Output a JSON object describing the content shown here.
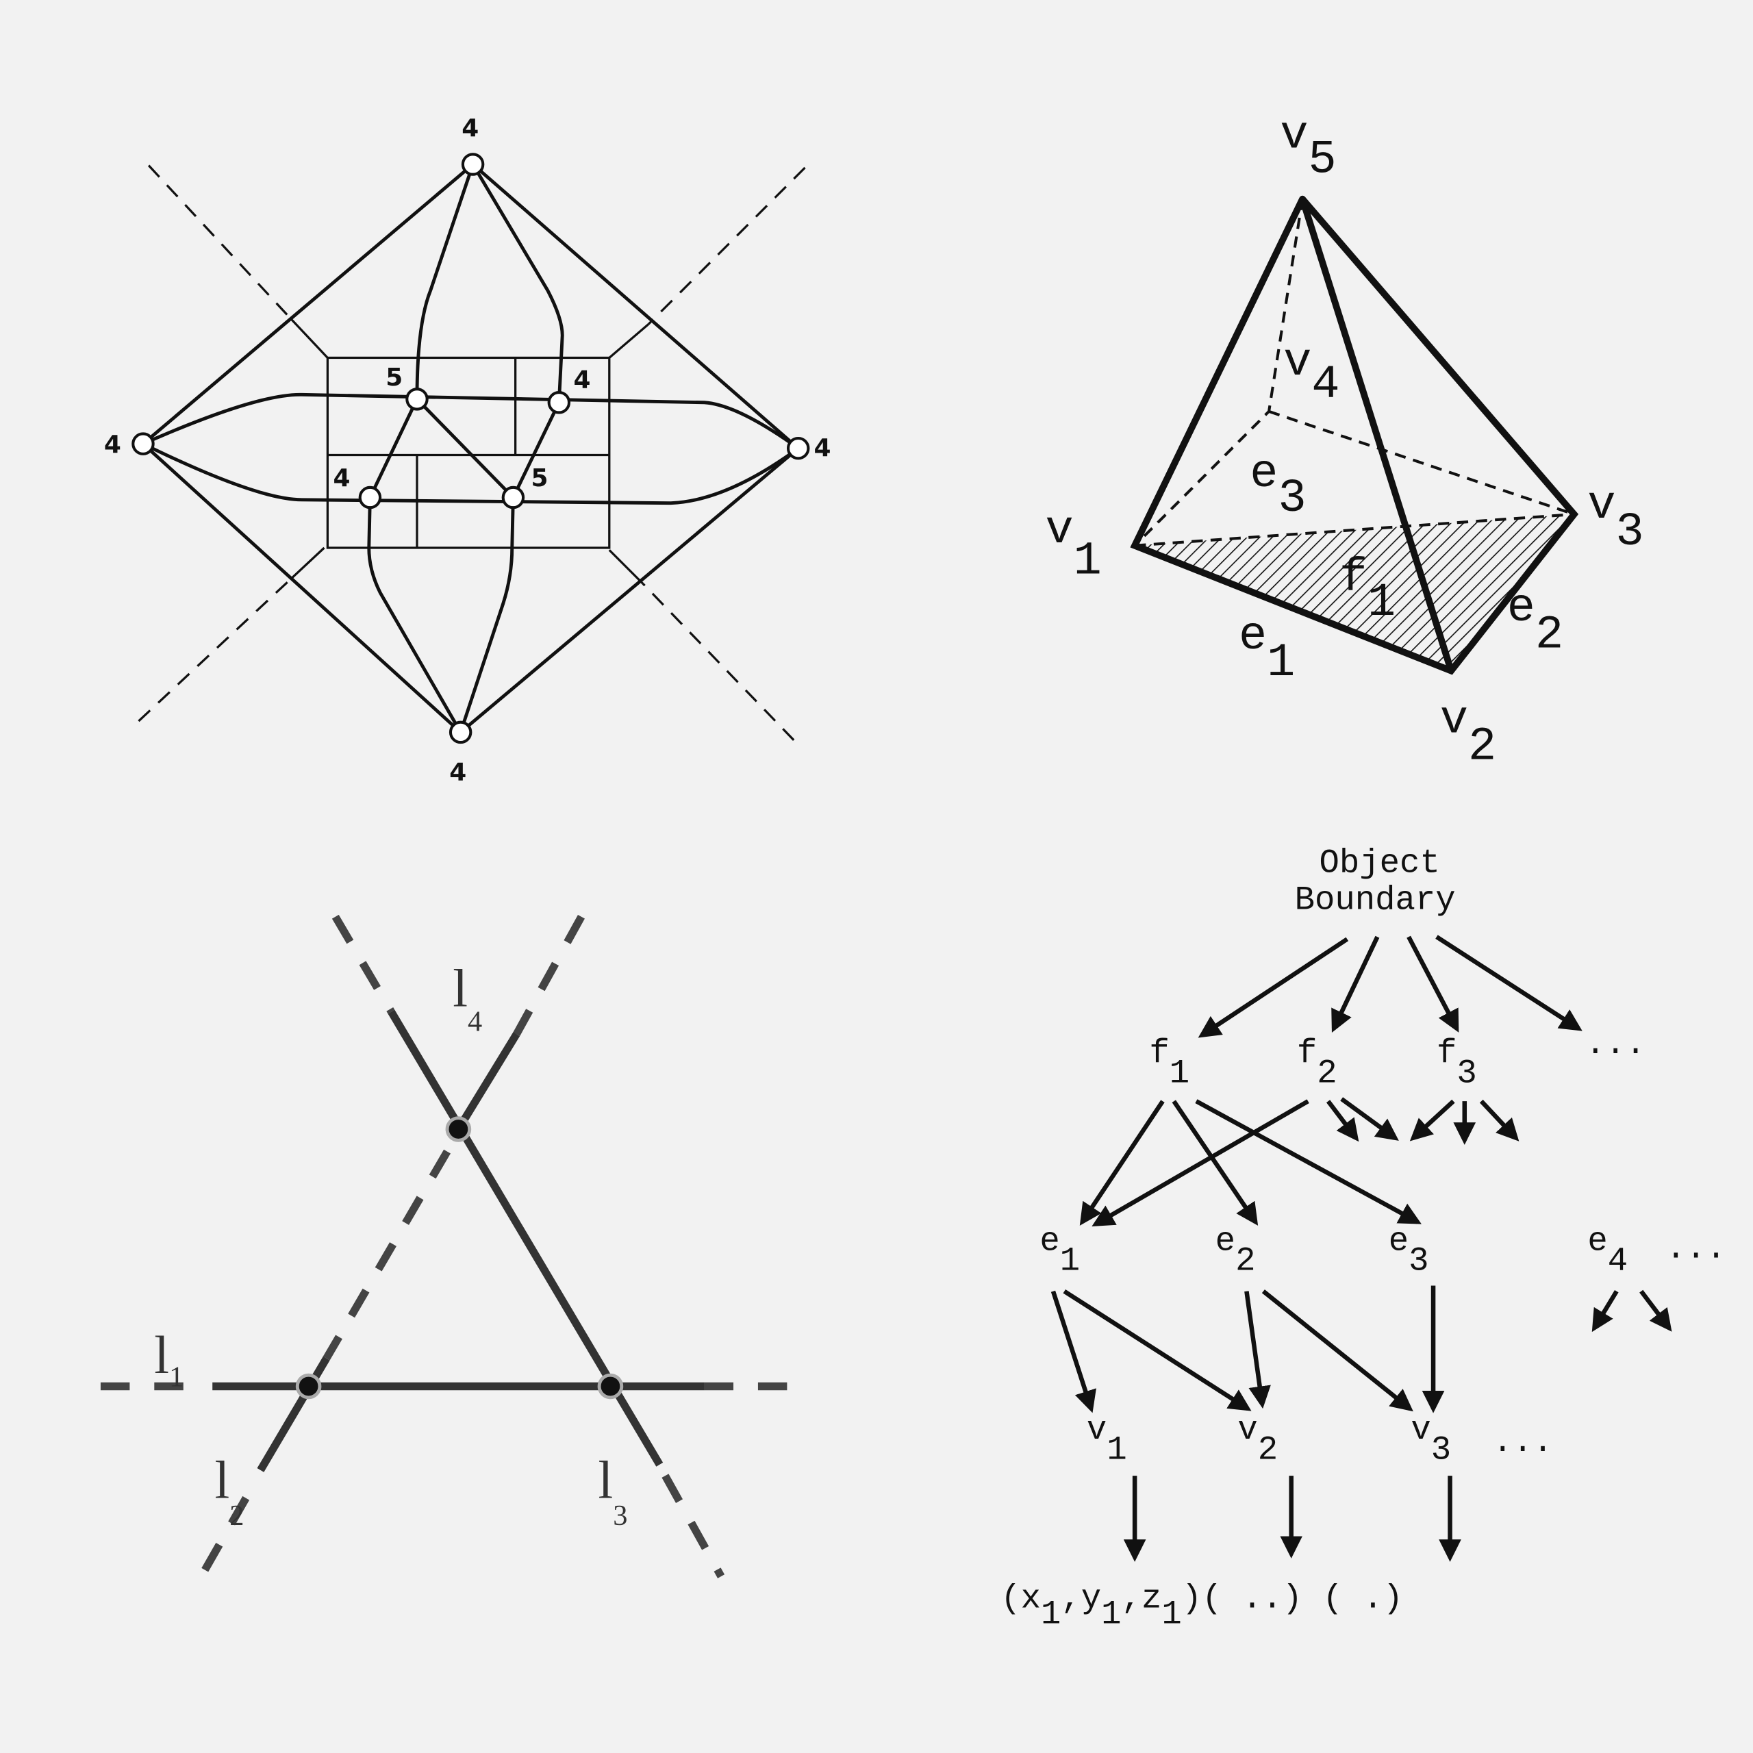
{
  "graph_panel": {
    "node_degrees": {
      "top": "4",
      "left": "4",
      "right": "4",
      "bottom": "4",
      "inner_top_left": "5",
      "inner_top_right": "4",
      "inner_bottom_left": "4",
      "inner_bottom_right": "5"
    }
  },
  "tetrahedron": {
    "v5": {
      "base": "v",
      "sub": "5"
    },
    "v4": {
      "base": "v",
      "sub": "4"
    },
    "v1": {
      "base": "v",
      "sub": "1"
    },
    "v2": {
      "base": "v",
      "sub": "2"
    },
    "v3": {
      "base": "v",
      "sub": "3"
    },
    "e1": {
      "base": "e",
      "sub": "1"
    },
    "e2": {
      "base": "e",
      "sub": "2"
    },
    "e3": {
      "base": "e",
      "sub": "3"
    },
    "f1": {
      "base": "f",
      "sub": "1"
    }
  },
  "lines_panel": {
    "l1": {
      "base": "l",
      "sub": "1"
    },
    "l2": {
      "base": "l",
      "sub": "2"
    },
    "l3": {
      "base": "l",
      "sub": "3"
    },
    "l4": {
      "base": "l",
      "sub": "4"
    }
  },
  "tree": {
    "root_line1": "Object",
    "root_line2": "Boundary",
    "f1": {
      "base": "f",
      "sub": "1"
    },
    "f2": {
      "base": "f",
      "sub": "2"
    },
    "f3": {
      "base": "f",
      "sub": "3"
    },
    "e1": {
      "base": "e",
      "sub": "1"
    },
    "e2": {
      "base": "e",
      "sub": "2"
    },
    "e3": {
      "base": "e",
      "sub": "3"
    },
    "e4": {
      "base": "e",
      "sub": "4"
    },
    "v1": {
      "base": "v",
      "sub": "1"
    },
    "v2": {
      "base": "v",
      "sub": "2"
    },
    "v3": {
      "base": "v",
      "sub": "3"
    },
    "ellipsis": "...",
    "coords": {
      "open": "(",
      "x": "x",
      "y": "y",
      "z": "z",
      "sub": "1",
      "comma": ",",
      "close": ")",
      "second": "( ..)",
      "third": "(  .)"
    }
  }
}
